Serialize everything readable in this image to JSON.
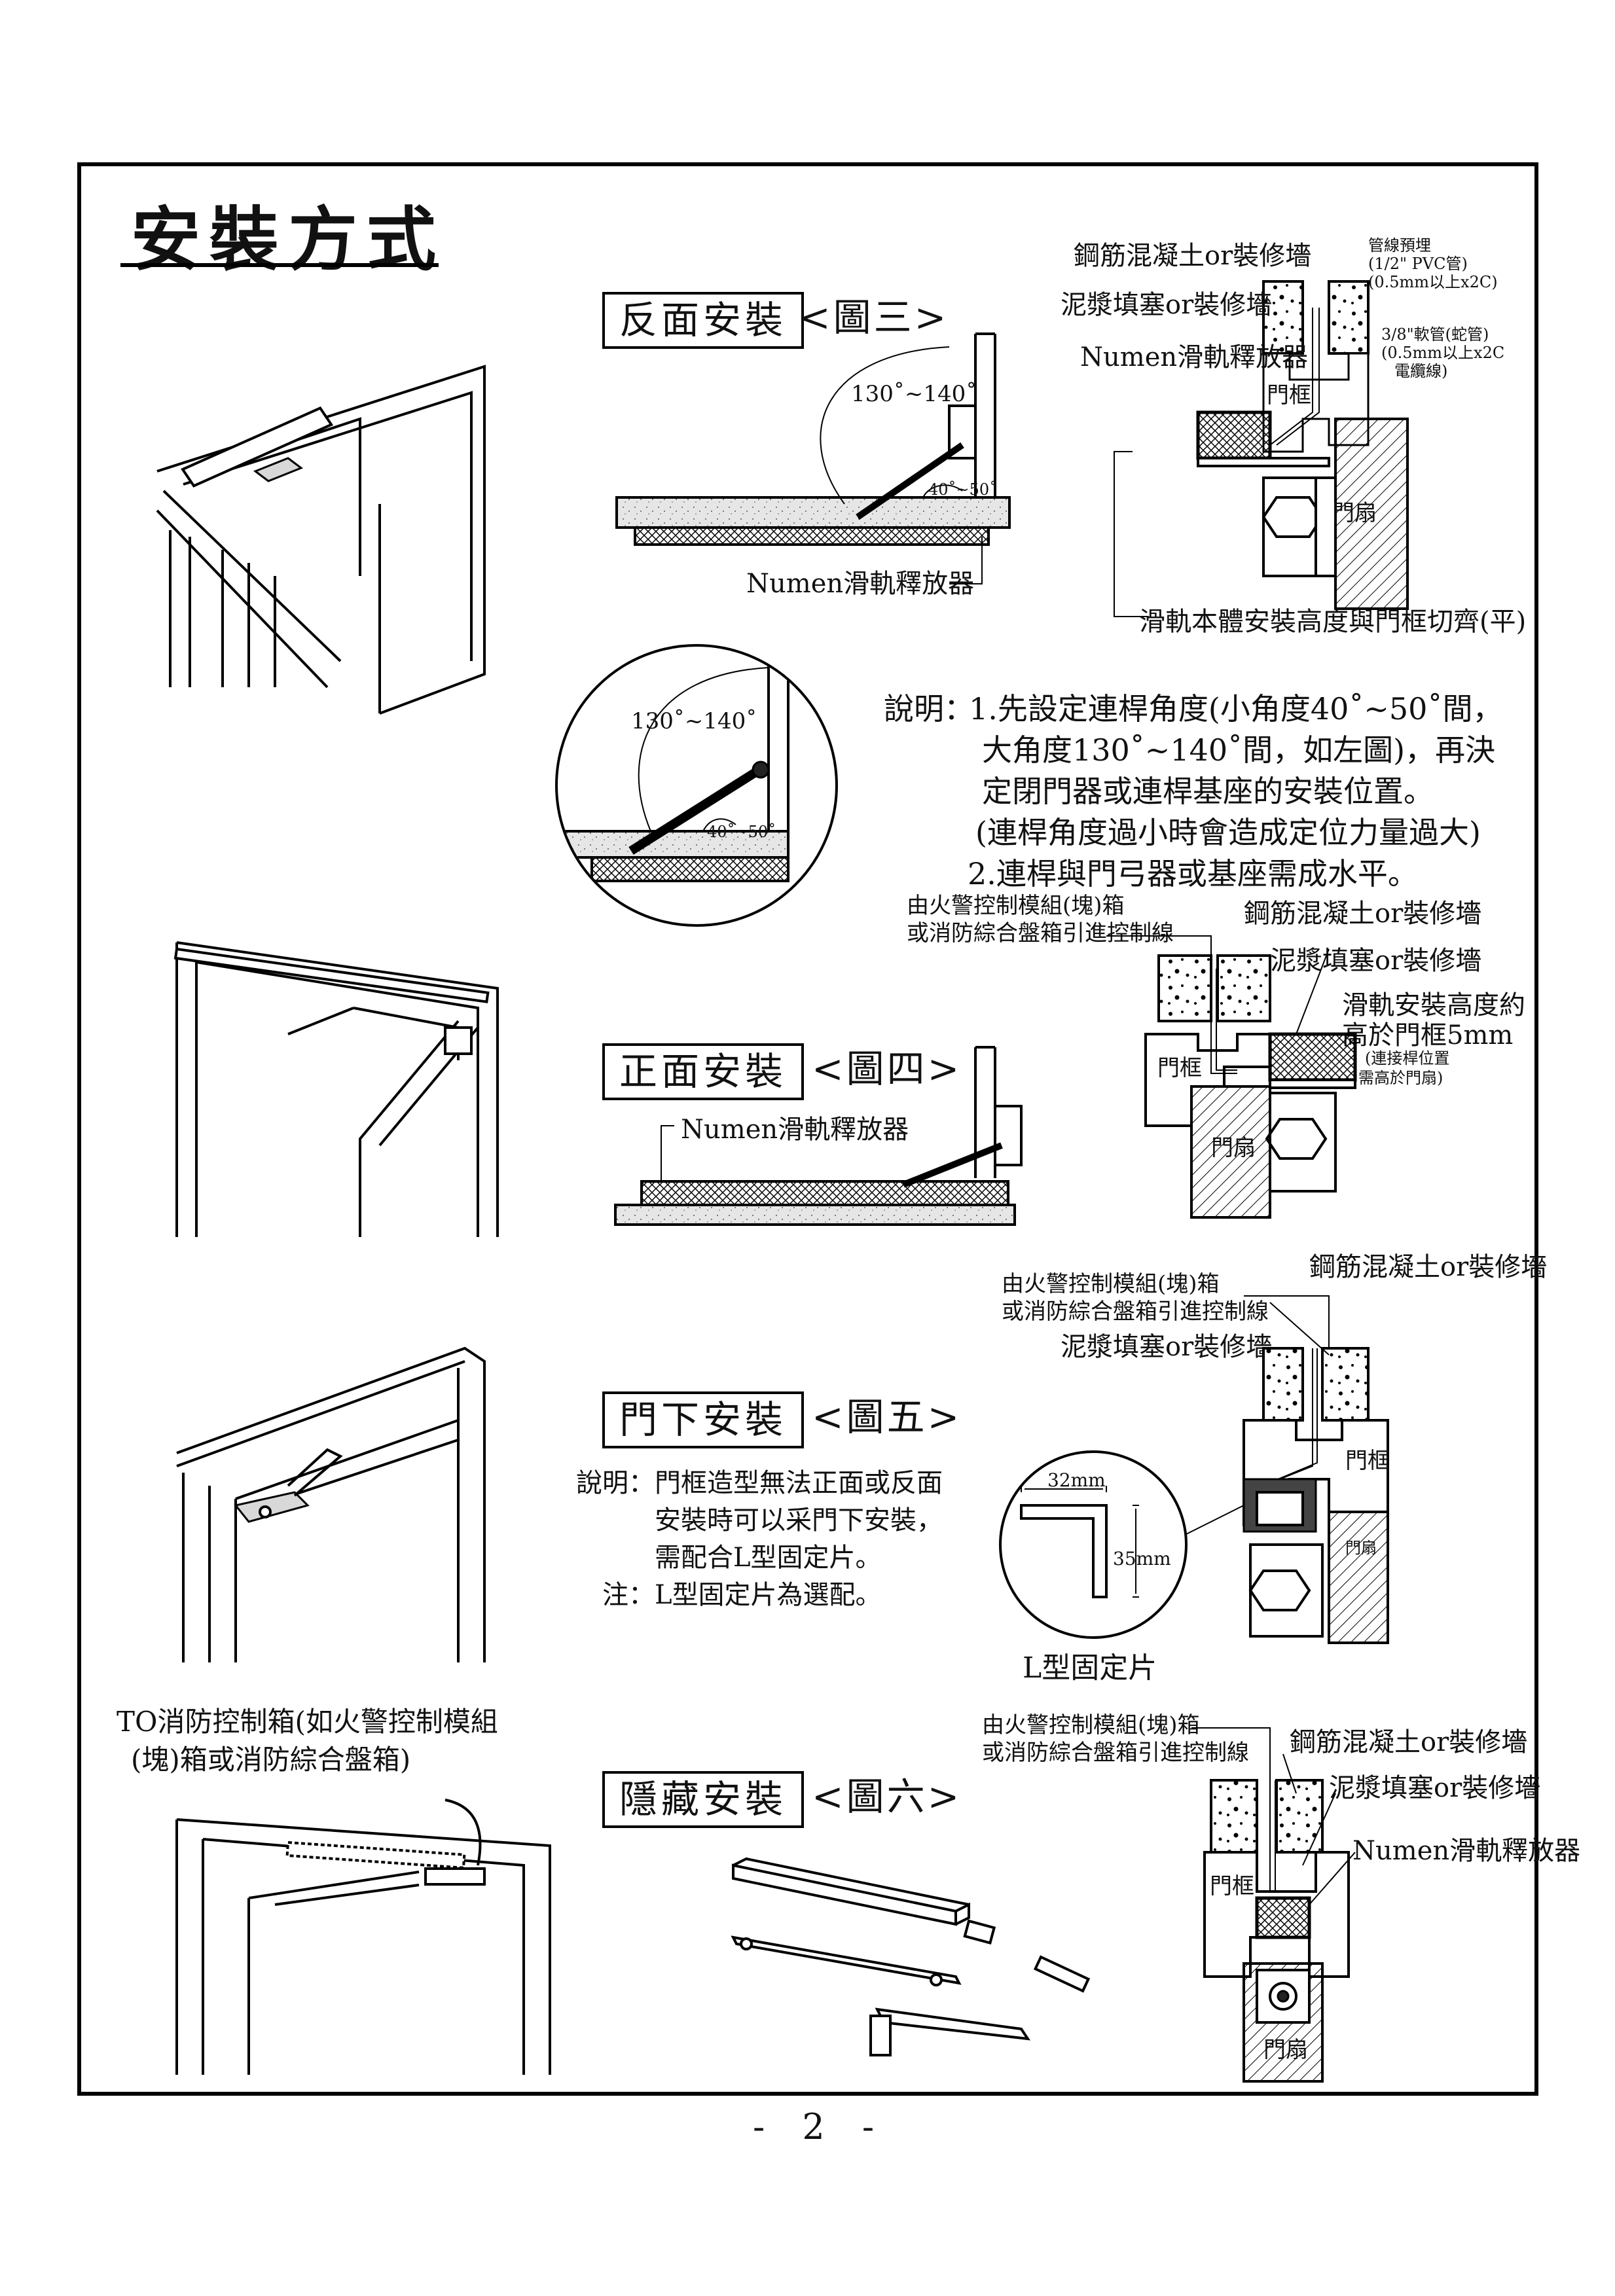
{
  "page": {
    "title": "安裝方式",
    "page_number": "- 2 -"
  },
  "fig3": {
    "heading": "反面安裝",
    "label": "<圖三>",
    "angle_large": "130˚~140˚",
    "angle_small": "40˚~50˚",
    "device": "Numen滑軌釋放器"
  },
  "detail_circle": {
    "angle_large": "130˚~140˚",
    "angle_small": "40˚~50˚"
  },
  "section_top": {
    "wall": "鋼筋混凝土or裝修墻",
    "filler": "泥漿填塞or裝修墻",
    "device": "Numen滑軌釋放器",
    "frame": "門框",
    "leaf": "門扇",
    "conduit_note_1": "管線預埋",
    "conduit_note_2": "(1/2\" PVC管)",
    "conduit_note_3": "(0.5mm以上x2C)",
    "hose_note_1": "3/8\"軟管(蛇管)",
    "hose_note_2": "(0.5mm以上x2C",
    "hose_note_3": "電纜線)",
    "height_note": "滑軌本體安裝高度與門框切齊(平)"
  },
  "notes": {
    "lead": "說明：",
    "line1": "1.先設定連桿角度(小角度40˚~50˚間，",
    "line2": "大角度130˚~140˚間，如左圖)，再決",
    "line3": "定閉門器或連桿基座的安裝位置。",
    "line4": "(連桿角度過小時會造成定位力量過大)",
    "line5": "2.連桿與門弓器或基座需成水平。"
  },
  "section_mid": {
    "source_1": "由火警控制模組(塊)箱",
    "source_2": "或消防綜合盤箱引進控制線",
    "wall": "鋼筋混凝土or裝修墻",
    "filler": "泥漿填塞or裝修墻",
    "height_1": "滑軌安裝高度約",
    "height_2": "高於門框5mm",
    "height_3": "(連接桿位置",
    "height_4": "需高於門扇)",
    "frame": "門框",
    "leaf": "門扇"
  },
  "fig4": {
    "heading": "正面安裝",
    "label": "<圖四>",
    "device": "Numen滑軌釋放器"
  },
  "section_low": {
    "source_1": "由火警控制模組(塊)箱",
    "source_2": "或消防綜合盤箱引進控制線",
    "wall": "鋼筋混凝土or裝修墻",
    "filler": "泥漿填塞or裝修墻",
    "frame": "門框",
    "leaf": "門扇"
  },
  "fig5": {
    "heading": "門下安裝",
    "label": "<圖五>",
    "note_lead": "說明：",
    "note_1": "門框造型無法正面或反面",
    "note_2": "安裝時可以采門下安裝，",
    "note_3": "需配合L型固定片。",
    "note_4_lead": "注：",
    "note_4": "L型固定片為選配。",
    "bracket_w": "32mm",
    "bracket_h": "35mm",
    "bracket_name": "L型固定片"
  },
  "fig6": {
    "to_box_1": "TO消防控制箱(如火警控制模組",
    "to_box_2": "(塊)箱或消防綜合盤箱)",
    "heading": "隱藏安裝",
    "label": "<圖六>"
  },
  "section_bottom": {
    "source_1": "由火警控制模組(塊)箱",
    "source_2": "或消防綜合盤箱引進控制線",
    "wall": "鋼筋混凝土or裝修墻",
    "filler": "泥漿填塞or裝修墻",
    "device": "Numen滑軌釋放器",
    "frame": "門框",
    "leaf": "門扇"
  }
}
